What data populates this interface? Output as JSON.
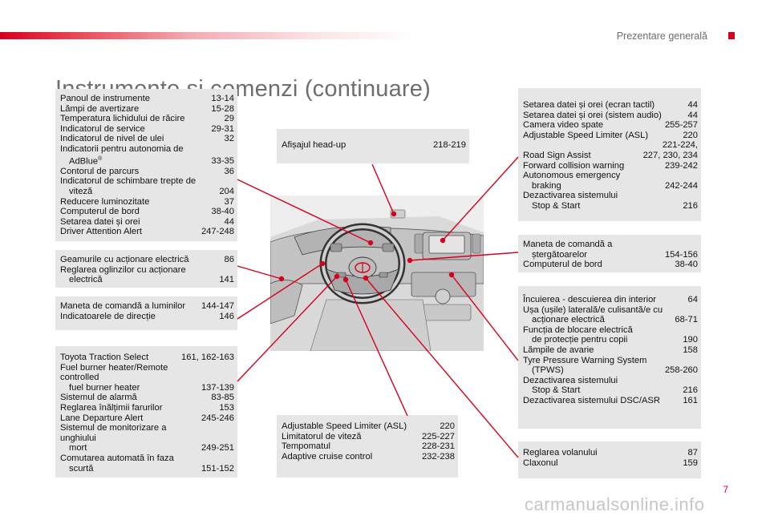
{
  "header": {
    "section": "Prezentare generală",
    "title": "Instrumente și comenzi (continuare)"
  },
  "boxes": {
    "panel": {
      "entries": [
        {
          "label": "Panoul de instrumente",
          "pages": "13-14"
        },
        {
          "label": "Lămpi de avertizare",
          "pages": "15-28"
        },
        {
          "label": "Temperatura lichidului de răcire",
          "pages": "29"
        },
        {
          "label": "Indicatorul de service",
          "pages": "29-31"
        },
        {
          "label": "Indicatorul de nivel de ulei",
          "pages": "32"
        },
        {
          "label": "Indicatorii pentru autonomia de",
          "label2": "AdBlue",
          "sup": "®",
          "pages": "33-35"
        },
        {
          "label": "Contorul de parcurs",
          "pages": "36"
        },
        {
          "label": "Indicatorul de schimbare trepte de",
          "label2": "viteză",
          "pages": "204"
        },
        {
          "label": "Reducere luminozitate",
          "pages": "37"
        },
        {
          "label": "Computerul de bord",
          "pages": "38-40"
        },
        {
          "label": "Setarea datei și orei",
          "pages": "44"
        },
        {
          "label": "Driver Attention Alert",
          "pages": "247-248"
        }
      ]
    },
    "windows": {
      "entries": [
        {
          "label": "Geamurile cu acționare electrică",
          "pages": "86"
        },
        {
          "label": "Reglarea oglinzilor cu acționare",
          "label2": "electrică",
          "pages": "141"
        }
      ]
    },
    "lights": {
      "entries": [
        {
          "label": "Maneta de comandă a luminilor",
          "pages": "144-147"
        },
        {
          "label": "Indicatoarele de direcție",
          "pages": "146"
        }
      ]
    },
    "traction": {
      "entries": [
        {
          "label": "Toyota Traction Select",
          "pages": "161, 162-163"
        },
        {
          "label": "Fuel burner heater/Remote controlled",
          "label2": "fuel burner heater",
          "pages": "137-139"
        },
        {
          "label": "Sistemul de alarmă",
          "pages": "83-85"
        },
        {
          "label": "Reglarea înălțimii farurilor",
          "pages": "153"
        },
        {
          "label": "Lane Departure Alert",
          "pages": "245-246"
        },
        {
          "label": "Sistemul de monitorizare a unghiului",
          "label2": "mort",
          "pages": "249-251"
        },
        {
          "label": "Comutarea automată în faza",
          "label2": "scurtă",
          "pages": "151-152"
        }
      ]
    },
    "hud": {
      "entries": [
        {
          "label": "Afișajul head-up",
          "pages": "218-219"
        }
      ]
    },
    "asl": {
      "entries": [
        {
          "label": "Adjustable Speed Limiter (ASL)",
          "pages": "220"
        },
        {
          "label": "Limitatorul de viteză",
          "pages": "225-227"
        },
        {
          "label": "Tempomatul",
          "pages": "228-231"
        },
        {
          "label": "Adaptive cruise control",
          "pages": "232-238"
        }
      ]
    },
    "datetime": {
      "entries": [
        {
          "label": "Setarea datei și orei (ecran tactil)",
          "pages": "44"
        },
        {
          "label": "Setarea datei și orei (sistem audio)",
          "pages": "44"
        },
        {
          "label": "Camera video spate",
          "pages": "255-257"
        },
        {
          "label": "Adjustable Speed Limiter (ASL)",
          "pages": "220"
        },
        {
          "label": "Road Sign Assist",
          "pages": "221-224,\n227, 230, 234"
        },
        {
          "label": "Forward collision warning",
          "pages": "239-242"
        },
        {
          "label": "Autonomous emergency",
          "label2": "braking",
          "pages": "242-244"
        },
        {
          "label": "Dezactivarea sistemului",
          "label2": "Stop & Start",
          "pages": "216"
        }
      ]
    },
    "wiper": {
      "entries": [
        {
          "label": "Maneta de comandă a",
          "label2": "ștergătoarelor",
          "pages": "154-156"
        },
        {
          "label": "Computerul de bord",
          "pages": "38-40"
        }
      ]
    },
    "locking": {
      "entries": [
        {
          "label": "Încuierea - descuierea din interior",
          "pages": "64"
        },
        {
          "label": "Ușa (ușile) laterală/e culisantă/e cu",
          "label2": "acționare electrică",
          "pages": "68-71"
        },
        {
          "label": "Funcția de blocare electrică",
          "label2": "de protecție pentru copii",
          "pages": "190"
        },
        {
          "label": "Lămpile de avarie",
          "pages": "158"
        },
        {
          "label": "Tyre Pressure Warning System",
          "label2": "(TPWS)",
          "pages": "258-260"
        },
        {
          "label": "Dezactivarea sistemului",
          "label2": "Stop & Start",
          "pages": "216"
        },
        {
          "label": "Dezactivarea sistemului DSC/ASR",
          "pages": "161"
        }
      ]
    },
    "steering": {
      "entries": [
        {
          "label": "Reglarea volanului",
          "pages": "87"
        },
        {
          "label": "Claxonul",
          "pages": "159"
        }
      ]
    }
  },
  "footer": {
    "page_number": "7",
    "watermark": "carmanualsonline.info"
  },
  "colors": {
    "accent": "#d6001c",
    "box_bg": "#e6e6e6",
    "title": "#6e6e6e"
  }
}
